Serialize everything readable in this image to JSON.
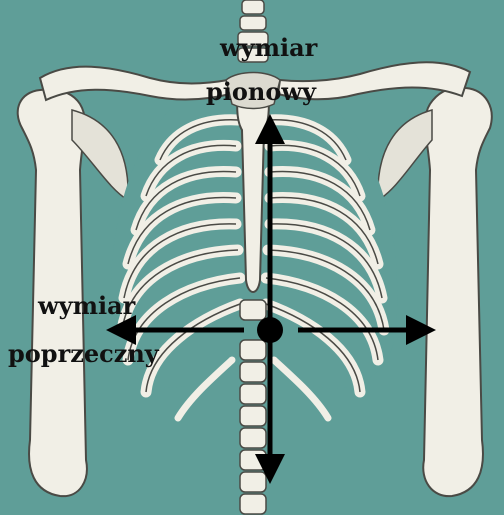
{
  "diagram": {
    "vertical_label": [
      "wymiar",
      "pionowy"
    ],
    "horizontal_label": [
      "wymiar",
      "poprzeczny"
    ]
  },
  "colors": {
    "background": "#5f9e98",
    "bone": "#f1efe6",
    "bone_shadow": "#a8a79c",
    "bone_outline": "#4a4a45",
    "arrow": "#000000"
  }
}
